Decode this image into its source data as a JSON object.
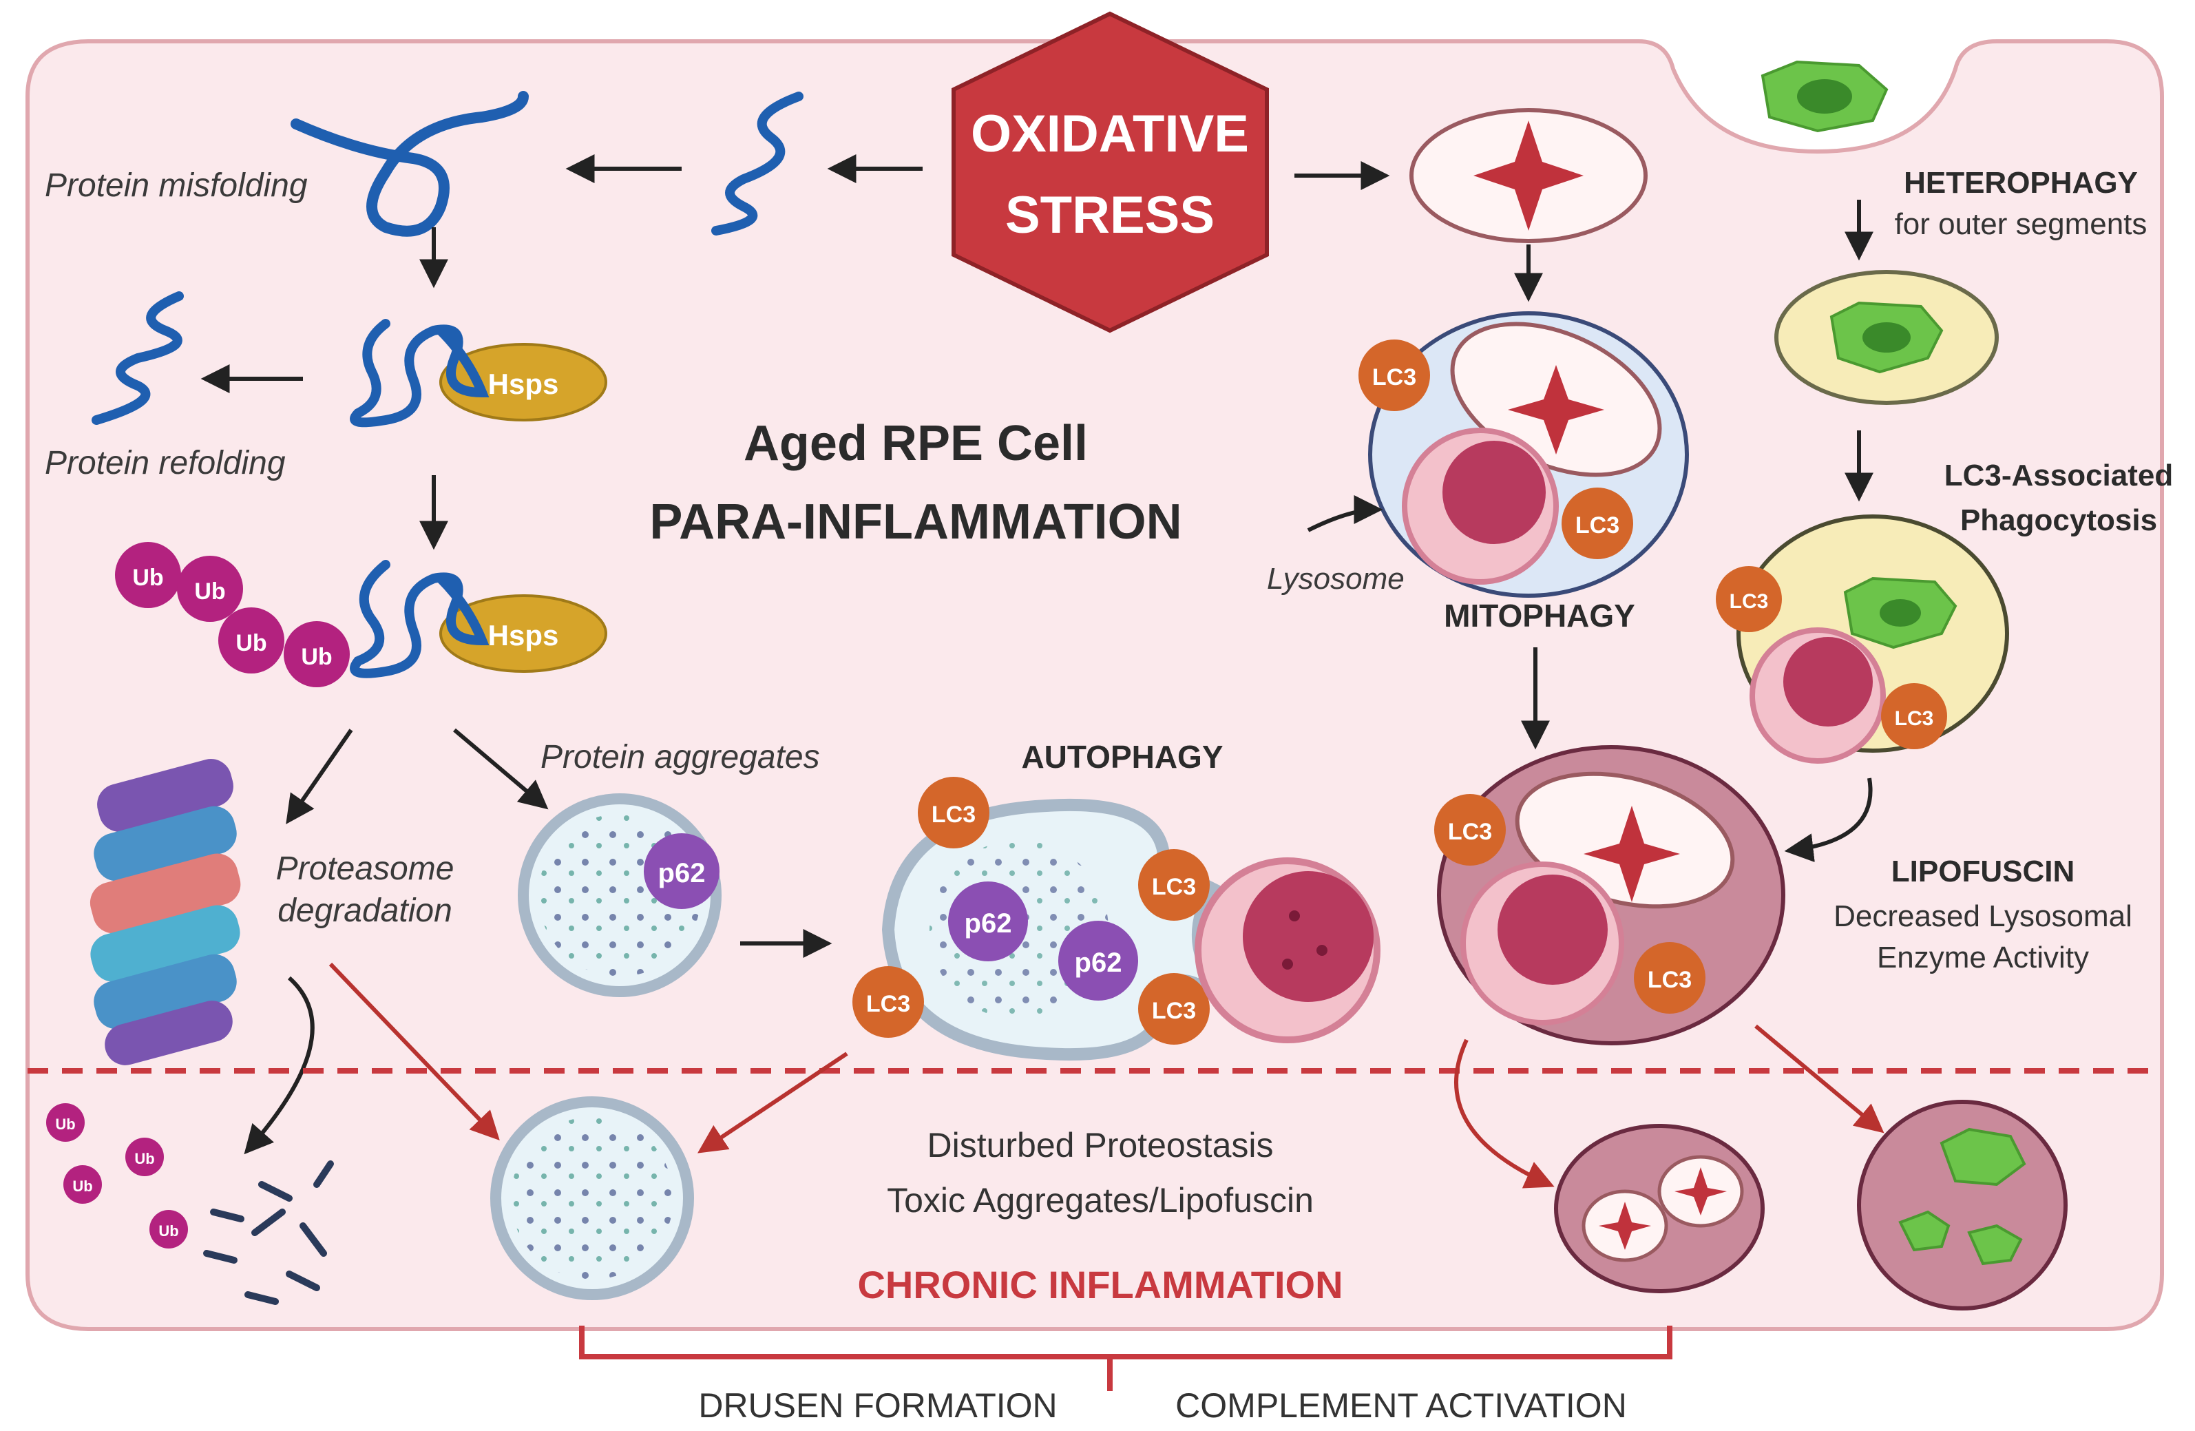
{
  "title": {
    "line1": "Aged RPE Cell",
    "line2": "PARA-INFLAMMATION"
  },
  "stress": {
    "line1": "OXIDATIVE",
    "line2": "STRESS"
  },
  "labels": {
    "protein_misfolding": "Protein misfolding",
    "protein_refolding": "Protein refolding",
    "protein_aggregates": "Protein aggregates",
    "proteasome_line1": "Proteasome",
    "proteasome_line2": "degradation",
    "autophagy": "AUTOPHAGY",
    "lysosome": "Lysosome",
    "mitophagy": "MITOPHAGY",
    "heterophagy": "HETEROPHAGY",
    "heterophagy_sub": "for outer segments",
    "lap_line1": "LC3-Associated",
    "lap_line2": "Phagocytosis",
    "lipofuscin": "LIPOFUSCIN",
    "lipofuscin_line2": "Decreased Lysosomal",
    "lipofuscin_line3": "Enzyme Activity",
    "disturbed": "Disturbed Proteostasis",
    "toxic": "Toxic Aggregates/Lipofuscin",
    "chronic": "CHRONIC INFLAMMATION",
    "drusen": "DRUSEN FORMATION",
    "complement": "COMPLEMENT ACTIVATION"
  },
  "markers": {
    "hsps": "Hsps",
    "ub": "Ub",
    "p62": "p62",
    "lc3": "LC3"
  },
  "colors": {
    "cell_fill": "#fbe9ec",
    "cell_border": "#e0a7ae",
    "stress_red": "#c8393f",
    "protein_blue": "#1f5fb0",
    "hsps_gold": "#d6a42a",
    "ub_magenta": "#b3227f",
    "p62_purple": "#8b4fb3",
    "lc3_orange": "#d4662a",
    "lysosome_pink": "#e8879c",
    "mito_red": "#c0323c",
    "phagosome_yellow": "#f7ecb8",
    "os_green": "#6cc44a",
    "dashed_red": "#c8393f",
    "chronic_red": "#c8393f"
  }
}
